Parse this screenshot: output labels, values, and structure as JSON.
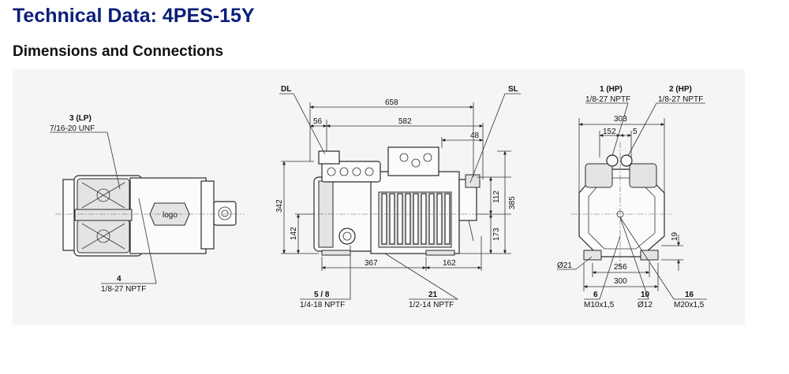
{
  "header": {
    "title": "Technical Data: 4PES-15Y",
    "subtitle": "Dimensions and Connections"
  },
  "left_view": {
    "conn_3_label": "3 (LP)",
    "conn_3_spec": "7/16-20 UNF",
    "conn_4_label": "4",
    "conn_4_spec": "1/8-27 NPTF"
  },
  "side_view": {
    "dl_label": "DL",
    "sl_label": "SL",
    "dim_658": "658",
    "dim_56": "56",
    "dim_582": "582",
    "dim_48": "48",
    "dim_342": "342",
    "dim_142": "142",
    "dim_112": "112",
    "dim_385": "385",
    "dim_173": "173",
    "dim_367": "367",
    "dim_162": "162",
    "conn_58_label": "5 / 8",
    "conn_58_spec": "1/4-18 NPTF",
    "conn_21_label": "21",
    "conn_21_spec": "1/2-14 NPTF"
  },
  "end_view": {
    "conn_1_label": "1 (HP)",
    "conn_1_spec": "1/8-27 NPTF",
    "conn_2_label": "2 (HP)",
    "conn_2_spec": "1/8-27 NPTF",
    "dim_303": "303",
    "dim_152": "152",
    "dim_5": "5",
    "dim_19": "19",
    "dim_d21": "Ø21",
    "dim_256": "256",
    "dim_300": "300",
    "conn_6_label": "6",
    "conn_6_spec": "M10x1,5",
    "conn_10_label": "10",
    "conn_10_spec": "Ø12",
    "conn_16_label": "16",
    "conn_16_spec": "M20x1,5"
  }
}
